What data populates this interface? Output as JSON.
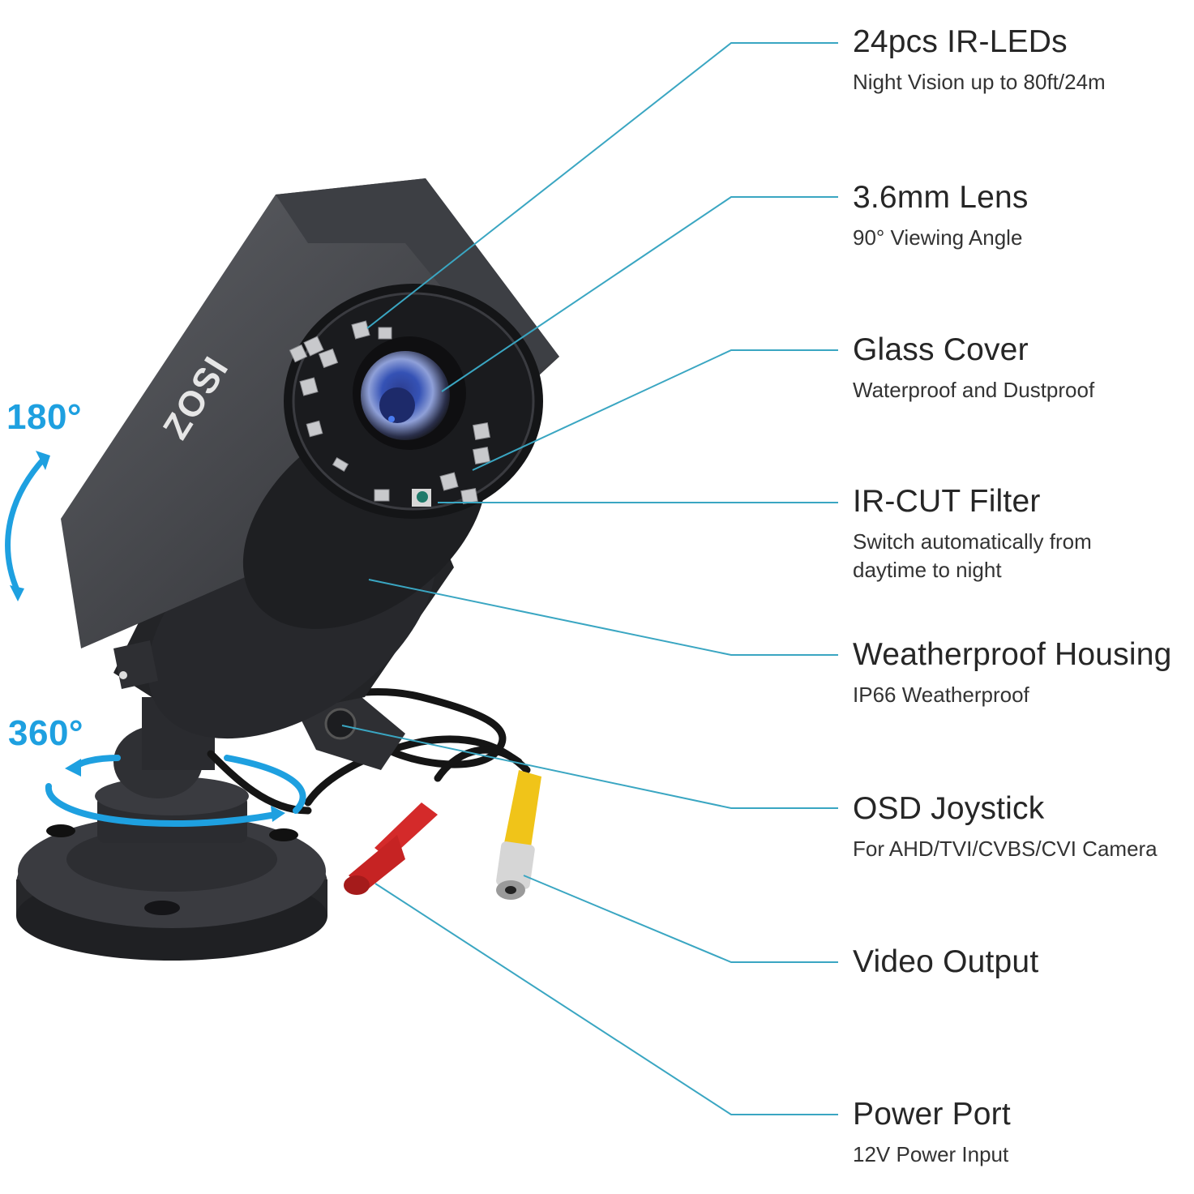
{
  "product": {
    "brand_logo": "ZOSI",
    "type": "bullet-security-camera"
  },
  "rotation": {
    "tilt_label": "180°",
    "pan_label": "360°",
    "arrow_color": "#1ea0e0"
  },
  "colors": {
    "leader_line": "#3aa6c2",
    "text": "#262626",
    "camera_body": "#2a2b2e",
    "power_connector": "#d42a2a",
    "video_connector": "#f0c419"
  },
  "callouts": [
    {
      "title": "24pcs IR-LEDs",
      "lines": [
        "Night Vision up to 80ft/24m"
      ]
    },
    {
      "title": "3.6mm Lens",
      "lines": [
        "90° Viewing Angle"
      ]
    },
    {
      "title": "Glass Cover",
      "lines": [
        "Waterproof and Dustproof"
      ]
    },
    {
      "title": "IR-CUT Filter",
      "lines": [
        "Switch automatically from",
        "daytime to night"
      ]
    },
    {
      "title": "Weatherproof Housing",
      "lines": [
        "IP66 Weatherproof"
      ]
    },
    {
      "title": "OSD Joystick",
      "lines": [
        "For AHD/TVI/CVBS/CVI Camera"
      ]
    },
    {
      "title": "Video Output",
      "lines": []
    },
    {
      "title": "Power Port",
      "lines": [
        "12V Power Input"
      ]
    }
  ]
}
